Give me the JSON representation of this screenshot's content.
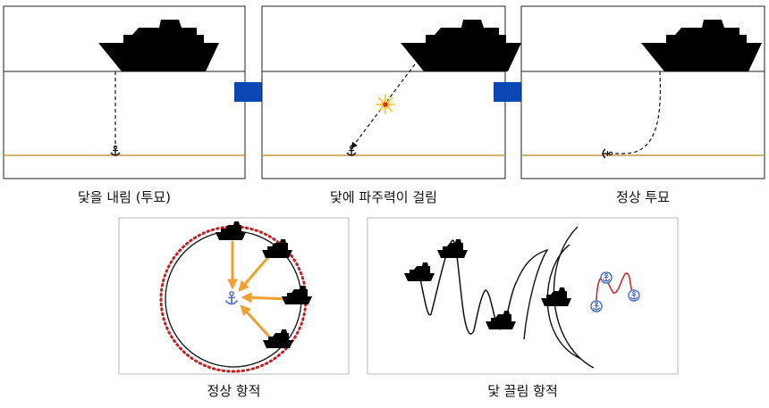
{
  "panels": [
    {
      "caption": "닻을 내림 (투묘)"
    },
    {
      "caption": "닻에 파주력이 걸림"
    },
    {
      "caption": "정상 투묘"
    }
  ],
  "bottom_left": {
    "caption": "정상 항적"
  },
  "bottom_right": {
    "caption": "닻 끌림 항적"
  },
  "colors": {
    "arrow_blue": "#0b48b3",
    "seabed": "#b8861a",
    "orange_arrow": "#f0a030",
    "red_dotted": "#c81e1e",
    "anchor_blue": "#5a78c8",
    "red_track": "#d02020",
    "ship": "#000000"
  },
  "icons": [
    "ship-icon",
    "anchor-icon",
    "burst-icon",
    "right-arrow-icon"
  ]
}
